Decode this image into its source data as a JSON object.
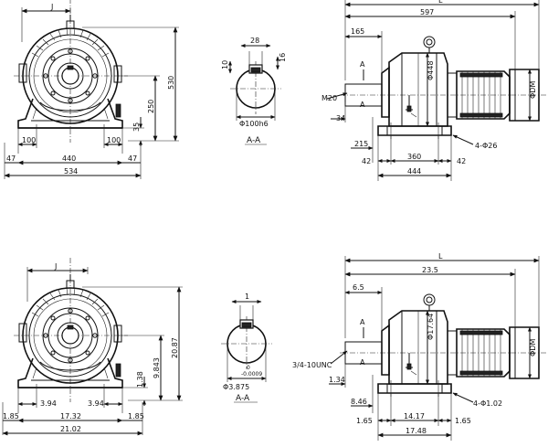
{
  "metric": {
    "front": {
      "j": "J",
      "h_total": "530",
      "h_shaft": "250",
      "base_h": "35",
      "bolt_l": "100",
      "bolt_r": "100",
      "w_inner": "440",
      "w_total": "534",
      "edge_l": "47",
      "edge_r": "47"
    },
    "section": {
      "key_w": "28",
      "key_depth": "16",
      "key_h": "10",
      "dia": "Φ100h6",
      "label": "A-A"
    },
    "side": {
      "l": "L",
      "a_len": "597",
      "shaft_len": "165",
      "flange_dia": "Φ448",
      "motor_dia": "ΦDM",
      "thread": "M20",
      "shaft_off": "34",
      "a_mark": "A",
      "base_off": "215",
      "hole_spec": "4-Φ26",
      "foot_l": "42",
      "foot_r": "42",
      "hole_span": "360",
      "base_len": "444"
    }
  },
  "imperial": {
    "front": {
      "j": "J",
      "h_total": "20.87",
      "h_shaft": "9.843",
      "base_h": "1.38",
      "bolt_l": "3.94",
      "bolt_r": "3.94",
      "w_inner": "17.32",
      "w_total": "21.02",
      "edge_l": "1.85",
      "edge_r": "1.85"
    },
    "section": {
      "key_w": "1",
      "tol_upper": "0",
      "tol_lower": "-0.0009",
      "dia": "Φ3.875",
      "label": "A-A"
    },
    "side": {
      "l": "L",
      "a_len": "23.5",
      "shaft_len": "6.5",
      "flange_dia": "Φ17.64",
      "motor_dia": "ΦDM",
      "thread": "3/4-10UNC",
      "shaft_off": "1.34",
      "a_mark": "A",
      "base_off": "8.46",
      "hole_spec": "4-Φ1.02",
      "foot_l": "1.65",
      "foot_r": "1.65",
      "hole_span": "14.17",
      "base_len": "17.48"
    }
  }
}
